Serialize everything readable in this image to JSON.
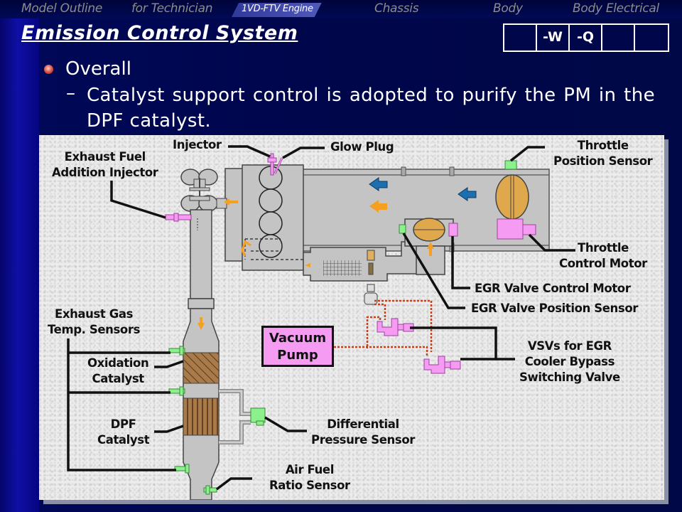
{
  "nav": {
    "tabs": [
      {
        "label": "Model Outline",
        "active": false
      },
      {
        "label": "for Technician",
        "active": false
      },
      {
        "label": "1VD-FTV Engine",
        "active": true
      },
      {
        "label": "Chassis",
        "active": false
      },
      {
        "label": "Body",
        "active": false
      },
      {
        "label": "Body Electrical",
        "active": false
      }
    ]
  },
  "header": {
    "title": "Emission Control System",
    "model_codes": [
      "",
      "-W",
      "-Q",
      "",
      ""
    ]
  },
  "content": {
    "bullet": "Overall",
    "sub_dash": "–",
    "sub_text": "Catalyst support control is adopted to purify the PM in the DPF catalyst."
  },
  "diagram": {
    "labels": {
      "injector": "Injector",
      "glow_plug": "Glow Plug",
      "exhaust_fuel_addition_injector": [
        "Exhaust Fuel",
        "Addition Injector"
      ],
      "throttle_position_sensor": [
        "Throttle",
        "Position Sensor"
      ],
      "throttle_control_motor": [
        "Throttle",
        "Control Motor"
      ],
      "egr_valve_control_motor": "EGR Valve Control Motor",
      "egr_valve_position_sensor": "EGR Valve Position Sensor",
      "vacuum_pump": [
        "Vacuum",
        "Pump"
      ],
      "vsvs": [
        "VSVs for EGR",
        "Cooler Bypass",
        "Switching Valve"
      ],
      "exhaust_gas_temp_sensors": [
        "Exhaust Gas",
        "Temp. Sensors"
      ],
      "oxidation_catalyst": [
        "Oxidation",
        "Catalyst"
      ],
      "dpf_catalyst": [
        "DPF",
        "Catalyst"
      ],
      "differential_pressure_sensor": [
        "Differential",
        "Pressure Sensor"
      ],
      "air_fuel_ratio_sensor": [
        "Air Fuel",
        "Ratio Sensor"
      ]
    },
    "colors": {
      "sensor_green": "#8cf08c",
      "actuator_pink": "#f59cf2",
      "throttle_gold": "#e0a84c",
      "flow_blue": "#1e6fb0",
      "flow_orange": "#f5a020",
      "vacuum_line": "#c8401a",
      "body_gray": "#c4c4c4"
    }
  }
}
